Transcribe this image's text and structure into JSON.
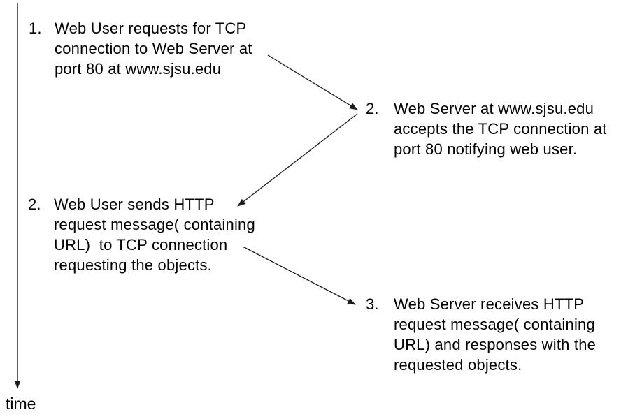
{
  "diagram": {
    "title_implicit": "Web User / Web Server HTTP over TCP sequence",
    "time_axis": {
      "label": "time",
      "direction": "down"
    },
    "colors": {
      "background": "#ffffff",
      "text": "#000000",
      "line": "#1c1c1c"
    },
    "steps": [
      {
        "number": "1.",
        "side": "left",
        "text": "Web User requests for TCP\nconnection to Web Server at\nport 80 at www.sjsu.edu"
      },
      {
        "number": "2.",
        "side": "right",
        "text": "Web Server at www.sjsu.edu\naccepts the TCP connection at\nport 80 notifying web user."
      },
      {
        "number": "2.",
        "side": "left",
        "text": "Web User sends HTTP\nrequest message( containing\nURL)  to TCP connection\nrequesting the objects."
      },
      {
        "number": "3.",
        "side": "right",
        "text": "Web Server receives HTTP\nrequest message( containing\nURL) and responses with the\nrequested objects."
      }
    ],
    "arrows": [
      {
        "from": "step-1-left",
        "to": "step-2-right",
        "direction": "down-right"
      },
      {
        "from": "step-2-right",
        "to": "step-2-left",
        "direction": "down-left"
      },
      {
        "from": "step-2-left",
        "to": "step-3-right",
        "direction": "down-right"
      }
    ]
  }
}
